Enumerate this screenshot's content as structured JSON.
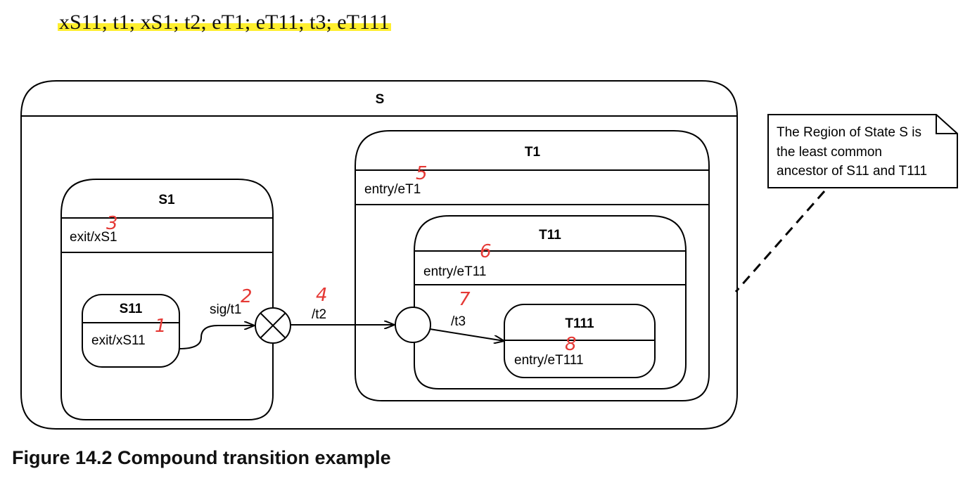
{
  "sequence": "xS11; t1; xS1; t2; eT1; eT11; t3; eT111",
  "caption": "Figure 14.2  Compound transition example",
  "states": {
    "S": {
      "name": "S"
    },
    "S1": {
      "name": "S1",
      "action": "exit/xS1"
    },
    "S11": {
      "name": "S11",
      "action": "exit/xS11"
    },
    "T1": {
      "name": "T1",
      "action": "entry/eT1"
    },
    "T11": {
      "name": "T11",
      "action": "entry/eT11"
    },
    "T111": {
      "name": "T111",
      "action": "entry/eT111"
    }
  },
  "transitions": {
    "sig": "sig/t1",
    "t2": "/t2",
    "t3": "/t3"
  },
  "note": {
    "lines": [
      "The Region of State S is",
      "the least common",
      "ancestor of S11 and T111"
    ]
  },
  "step_numbers": [
    "1",
    "2",
    "3",
    "4",
    "5",
    "6",
    "7",
    "8"
  ],
  "colors": {
    "highlight": "#ffef2e",
    "annotation": "#e53935"
  }
}
